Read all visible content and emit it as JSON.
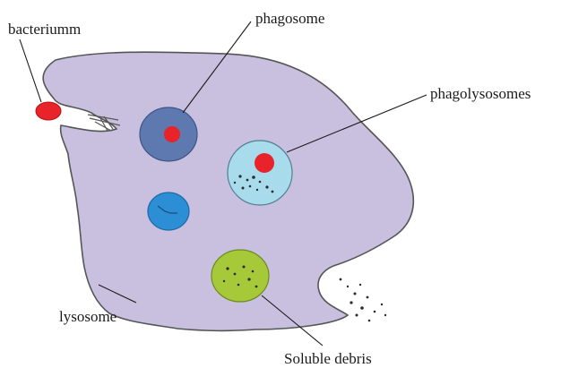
{
  "labels": {
    "bacterium": "bacteriumm",
    "phagosome": "phagosome",
    "phagolysosomes": "phagolysosomes",
    "lysosome": "lysosome",
    "soluble_debris": "Soluble debris"
  },
  "colors": {
    "cell": "#c9c0e0",
    "cell_outline": "#555555",
    "bacterium": "#e8232a",
    "phagosome": "#5e79b0",
    "phagolysosome": "#a8dbeb",
    "lysosome": "#2c8fd6",
    "debris_vesicle": "#a6c93a",
    "debris": "#2b2b2b",
    "leader_line": "#1a1a1a"
  }
}
